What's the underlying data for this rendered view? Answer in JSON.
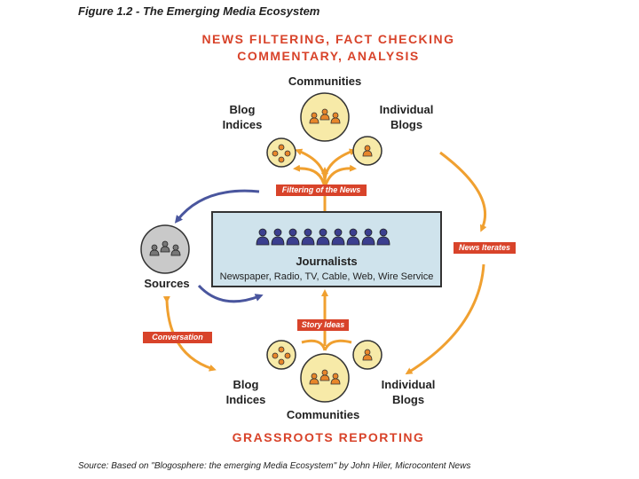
{
  "figure_title": "Figure 1.2 - The Emerging Media Ecosystem",
  "top_heading": [
    "NEWS FILTERING, FACT CHECKING",
    "COMMENTARY, ANALYSIS"
  ],
  "bottom_heading": "GRASSROOTS REPORTING",
  "nodes": {
    "communities_top": "Communities",
    "blog_indices_top": [
      "Blog",
      "Indices"
    ],
    "individual_blogs_top": [
      "Individual",
      "Blogs"
    ],
    "sources": "Sources",
    "journalists": "Journalists",
    "journalists_sub": "Newspaper, Radio, TV, Cable, Web, Wire Service",
    "blog_indices_bottom": [
      "Blog",
      "Indices"
    ],
    "individual_blogs_bottom": [
      "Individual",
      "Blogs"
    ],
    "communities_bottom": "Communities"
  },
  "tags": {
    "filtering": "Filtering of the News",
    "news_iterates": "News Iterates",
    "story_ideas": "Story Ideas",
    "conversation": "Conversation"
  },
  "source_note": "Source: Based on \"Blogosphere: the emerging Media Ecosystem\" by John Hiler, Microcontent News",
  "colors": {
    "accent_red": "#d8432a",
    "arrow_orange": "#f0a030",
    "arrow_blue": "#4a569e",
    "circle_fill": "#f7eaa8",
    "person_orange": "#e8862a",
    "person_navy": "#3b3f8f",
    "box_fill": "#cfe3ec",
    "sources_fill": "#c9c9c9"
  }
}
